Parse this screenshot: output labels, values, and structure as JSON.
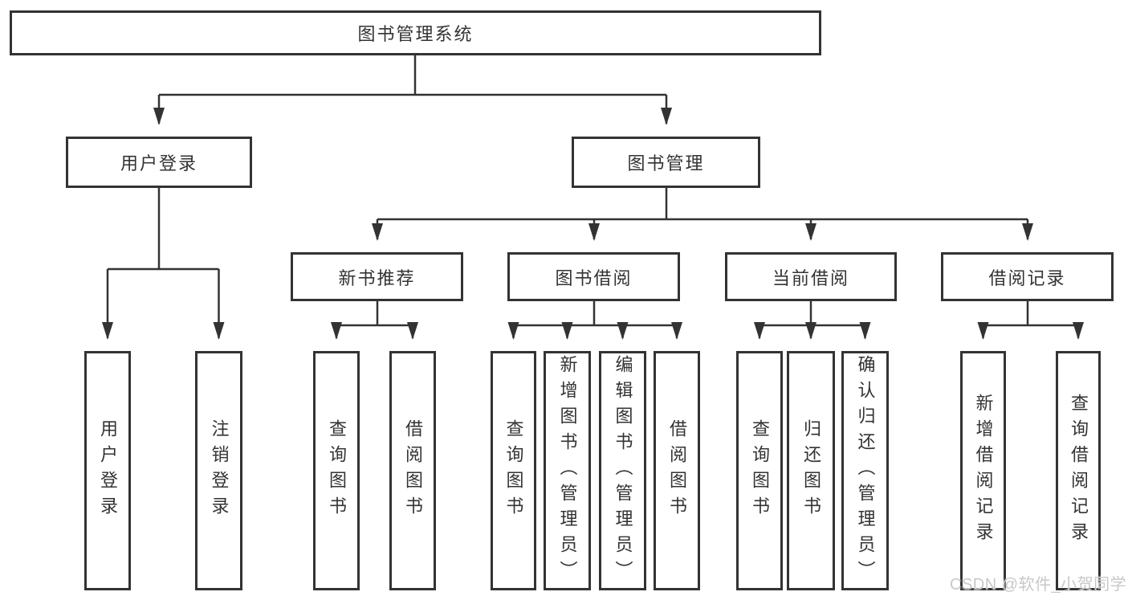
{
  "diagram": {
    "title_node": "图书管理系统",
    "root": {
      "label": "图书管理系统"
    },
    "level1": [
      {
        "label": "用户登录",
        "children": [
          "用户登录",
          "注销登录"
        ]
      },
      {
        "label": "图书管理",
        "groups": [
          {
            "label": "新书推荐",
            "children": [
              "查询图书",
              "借阅图书"
            ]
          },
          {
            "label": "图书借阅",
            "children": [
              "查询图书",
              "新增图书（管理员）",
              "编辑图书（管理员）",
              "借阅图书"
            ]
          },
          {
            "label": "当前借阅",
            "children": [
              "查询图书",
              "归还图书",
              "确认归还（管理员）"
            ]
          },
          {
            "label": "借阅记录",
            "children": [
              "新增借阅记录",
              "查询借阅记录"
            ]
          }
        ]
      }
    ]
  },
  "watermark": {
    "text": "CSDN @软件_小贺同学"
  },
  "colors": {
    "line": "#333333",
    "text": "#333333",
    "box_background": "#ffffff",
    "page_background": "#ffffff",
    "watermark": "#c8c8c8"
  }
}
